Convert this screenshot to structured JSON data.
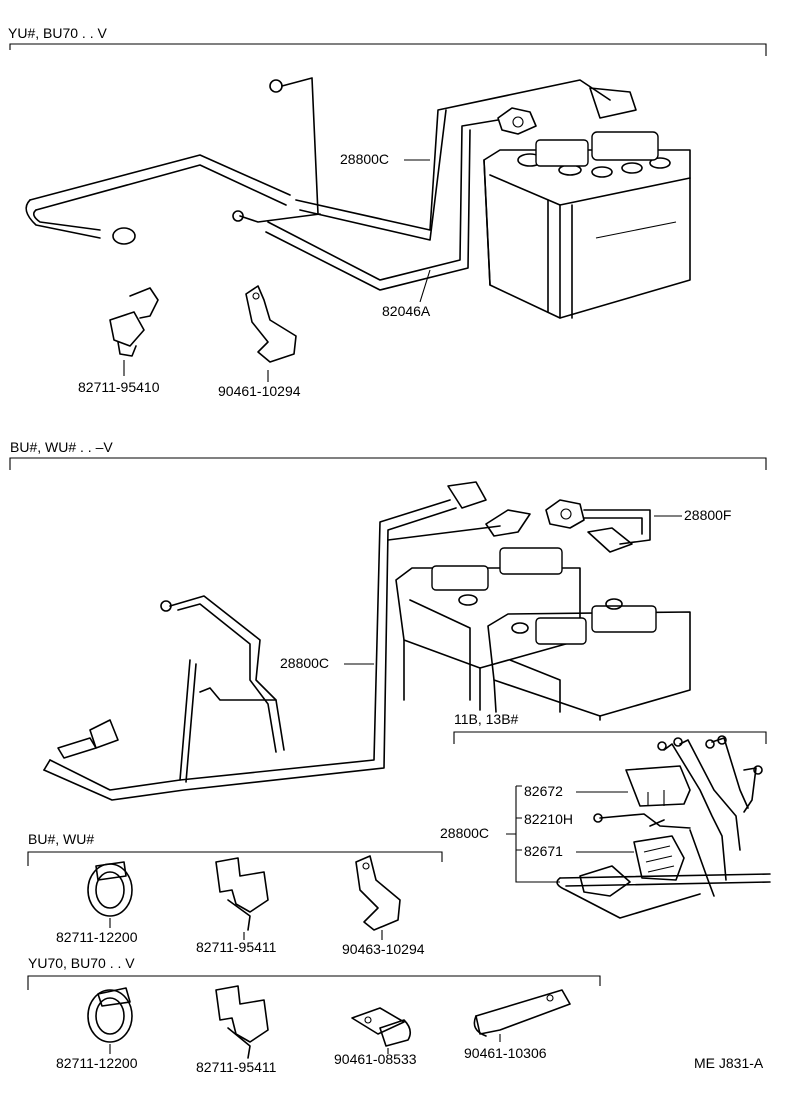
{
  "sections": {
    "top": "YU#, BU70 . . V",
    "middle": "BU#, WU# . . –V",
    "inset": "11B, 13B#",
    "clamps_a": "BU#, WU#",
    "clamps_b": "YU70, BU70 . . V"
  },
  "parts": {
    "top_cable": "28800C",
    "top_harness": "82046A",
    "top_clamp": "82711-95410",
    "top_bracket": "90461-10294",
    "mid_cable_f": "28800F",
    "mid_cable_c": "28800C",
    "inset_cable": "28800C",
    "inset_cover": "82672",
    "inset_wire": "82210H",
    "inset_block": "82671",
    "a_clamp": "82711-12200",
    "a_clip": "82711-95411",
    "a_bracket": "90463-10294",
    "b_clamp": "82711-12200",
    "b_clip": "82711-95411",
    "b_terminal": "90461-08533",
    "b_bracket": "90461-10306"
  },
  "diagram_code": "ME J831-A"
}
